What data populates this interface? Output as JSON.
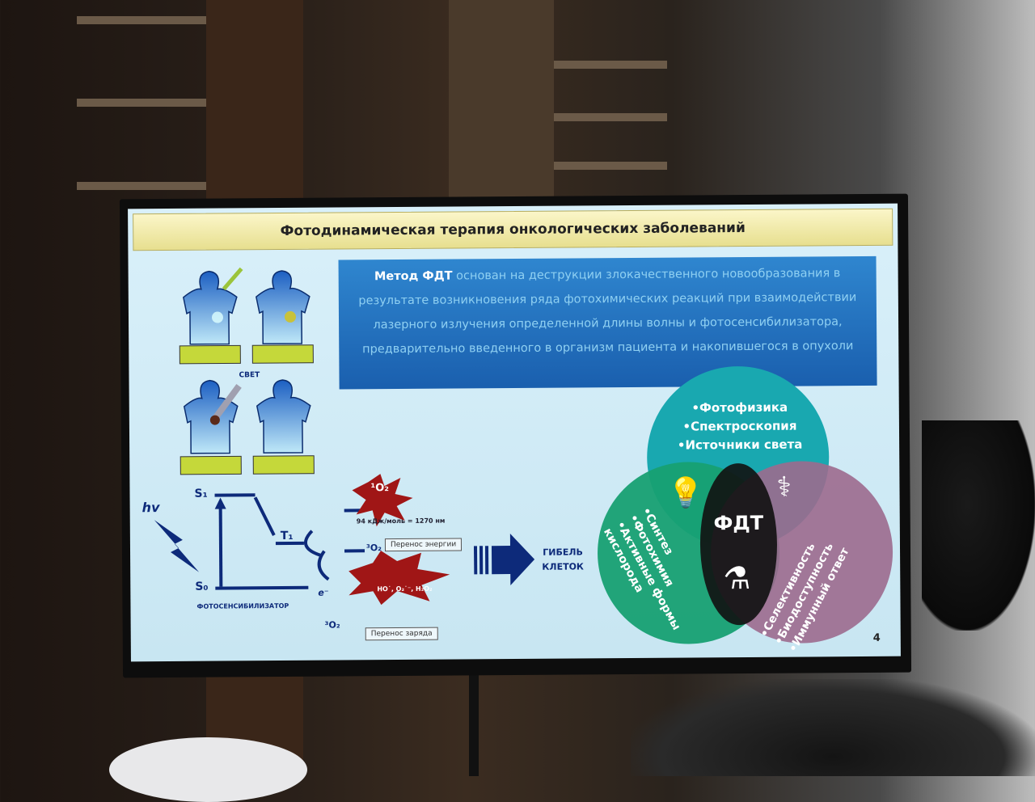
{
  "slide": {
    "title": "Фотодинамическая терапия онкологических заболеваний",
    "description_lead": "Метод ФДТ",
    "description_rest": " основан на деструкции злокачественного новообразования в результате возникновения ряда фотохимических реакций при взаимодействии лазерного излучения определенной длины волны и фотосенсибилизатора, предварительно введенного в организм пациента и накопившегося в опухоли",
    "svet_label": "СВЕТ",
    "diagram": {
      "hv": "hv",
      "s1": "S₁",
      "s0": "S₀",
      "t1": "T₁",
      "photosensitizer": "ФОТОСЕНСИБИЛИЗАТОР",
      "singlet_oxygen": "¹O₂",
      "energy": "94 кДж/моль = 1270 нм",
      "triplet_oxygen_top": "³O₂",
      "triplet_oxygen_bottom": "³O₂",
      "electron": "e⁻",
      "radicals": "HO˙, O₂˙⁻, H₂O₂",
      "energy_transfer": "Перенос энергии",
      "charge_transfer": "Перенос заряда",
      "cell_death": "ГИБЕЛЬ КЛЕТОК"
    },
    "venn": {
      "center": "ФДТ",
      "top": [
        "•Фотофизика",
        "•Спектроскопия",
        "•Источники света"
      ],
      "left": [
        "•Синтез",
        "•Фотохимия",
        "•Активные формы кислорода"
      ],
      "right": [
        "•Селективность",
        "•Биодоступность",
        "•Иммунный ответ"
      ]
    },
    "page_number": "4"
  }
}
